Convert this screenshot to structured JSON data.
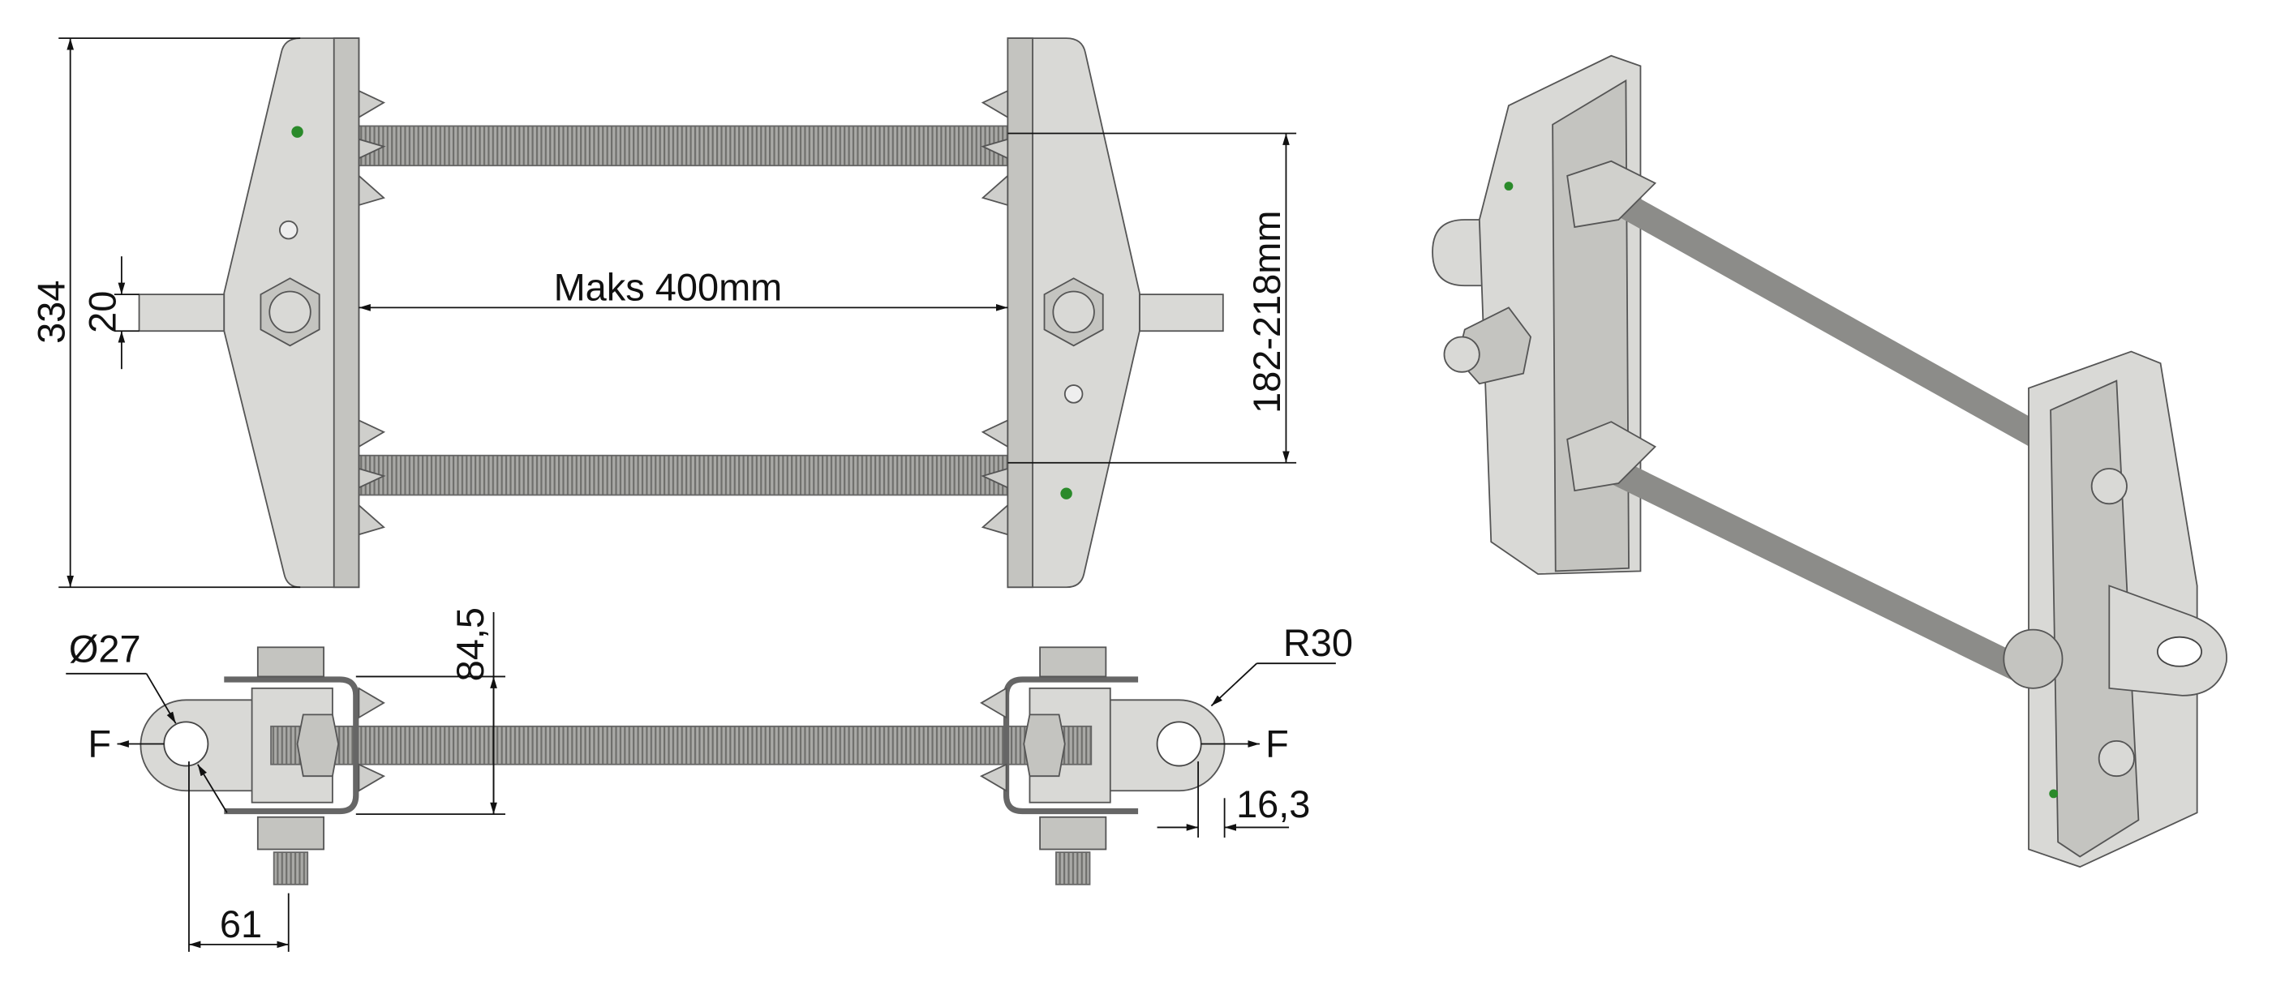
{
  "top_view": {
    "height_dim": "334",
    "tab_dim": "20",
    "span_label": "Maks 400mm",
    "rod_spacing_label": "182-218mm"
  },
  "side_view": {
    "hole_dia": "Ø27",
    "force_left": "F",
    "force_right": "F",
    "radius": "R30",
    "depth_dim": "84,5",
    "offset_dim": "16,3",
    "eye_dim": "61"
  },
  "colors": {
    "metal": "#d9d9d6",
    "screw": "#2a8a2a"
  }
}
